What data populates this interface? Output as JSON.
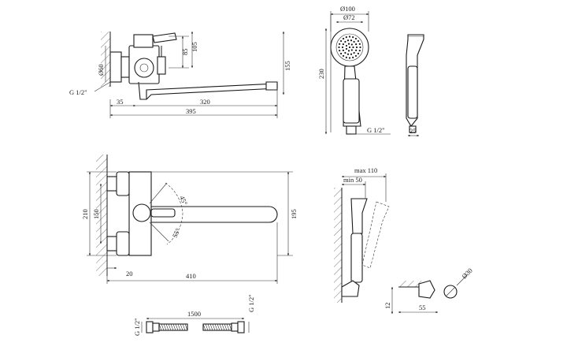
{
  "top_view": {
    "dim_diameter_60": "Ø60",
    "dim_85": "85",
    "dim_105": "105",
    "dim_155": "155",
    "dim_thread": "G 1/2\"",
    "dim_35": "35",
    "dim_320": "320",
    "dim_395": "395"
  },
  "shower_head": {
    "dim_diameter_100": "Ø100",
    "dim_diameter_72": "Ø72",
    "dim_230": "230",
    "dim_thread": "G 1/2\"",
    "dim_25": "25"
  },
  "front_view": {
    "dim_210": "210",
    "dim_150": "150",
    "dim_195": "195",
    "dim_20": "20",
    "dim_410": "410",
    "angle_upper": "45°",
    "angle_lower": "55°"
  },
  "holder": {
    "dim_max": "max 110",
    "dim_min": "min 50",
    "dim_diameter_30": "Ø30",
    "dim_12": "12",
    "dim_55": "55"
  },
  "hose": {
    "dim_1500": "1500",
    "dim_thread_left": "G 1/2\"",
    "dim_thread_right": "G 1/2\""
  }
}
